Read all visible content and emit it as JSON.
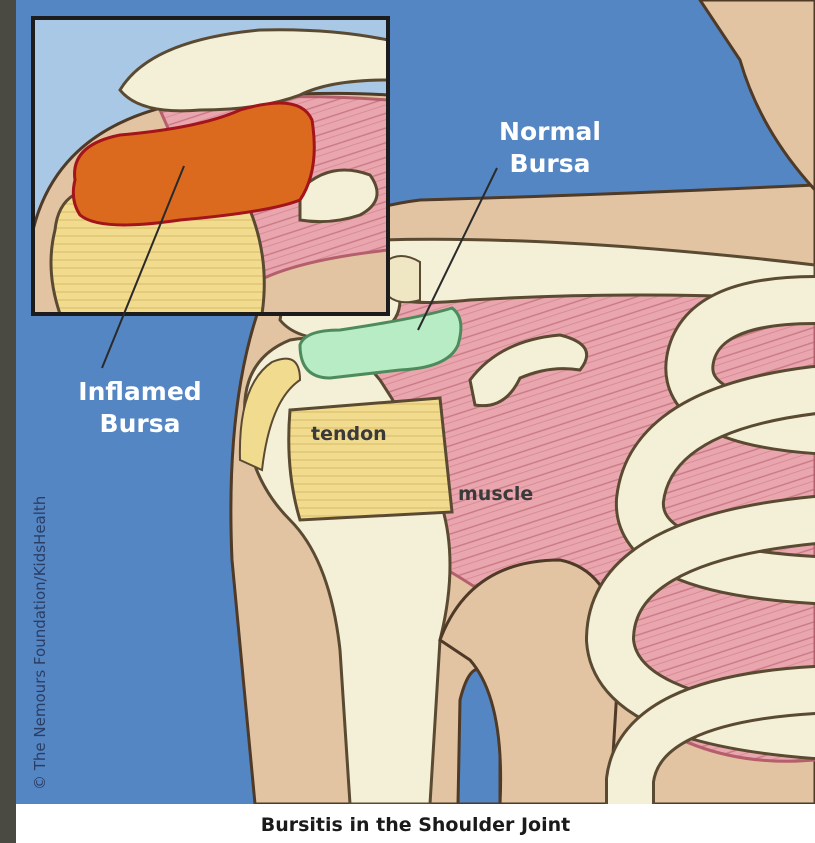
{
  "title": "Bursitis in the Shoulder Joint",
  "copyright": "© The Nemours Foundation/KidsHealth",
  "labels": {
    "inflamed_line1": "Inflamed",
    "inflamed_line2": "Bursa",
    "normal_line1": "Normal",
    "normal_line2": "Bursa",
    "tendon": "tendon",
    "muscle": "muscle"
  },
  "colors": {
    "background_blue": "#5486c4",
    "skin": "#e2c4a2",
    "bone": "#f4efd7",
    "muscle": "#eaa6ae",
    "tendon": "#f1db8f",
    "normal_bursa": "#b8ecc4",
    "inflamed_bursa": "#db6a1f",
    "inflamed_outline": "#a3141b"
  }
}
